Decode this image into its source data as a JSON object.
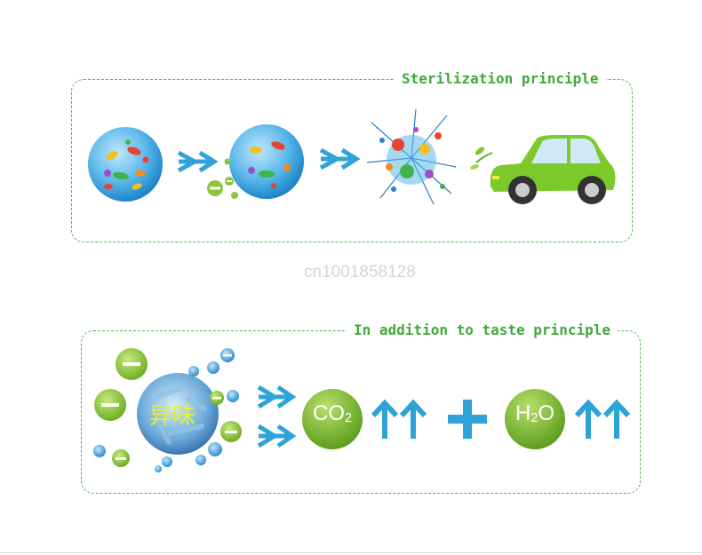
{
  "sections": {
    "sterilization": {
      "title": "Sterilization principle"
    },
    "deodorize": {
      "title": "In addition to taste principle"
    }
  },
  "labels": {
    "odor": "异味",
    "co2_main": "CO",
    "co2_sub": "2",
    "h2o_main": "H",
    "h2o_sub": "2",
    "h2o_tail": "O"
  },
  "watermark": "cn1001858128",
  "colors": {
    "border_green": "#4db84a",
    "title_green": "#3fa93a",
    "arrow_blue": "#2ea3d8",
    "ion_green": "#8cc63f",
    "car_green": "#7cc92a"
  },
  "icons": [
    "bacteria-sphere-icon",
    "bacteria-sphere-attacked-icon",
    "bacteria-explosion-icon",
    "green-car-icon",
    "odor-molecule-icon",
    "co2-bubble-icon",
    "h2o-bubble-icon",
    "double-up-arrow-icon",
    "plus-icon",
    "right-arrow-icon"
  ]
}
